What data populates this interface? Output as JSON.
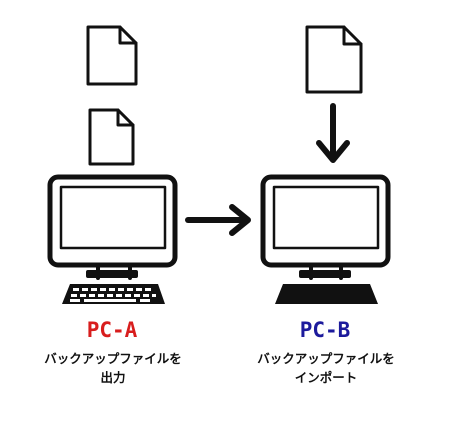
{
  "pc_a": {
    "label": "PC-A",
    "label_color": "#d81d1d",
    "caption_line1": "バックアップファイルを",
    "caption_line2": "出力"
  },
  "pc_b": {
    "label": "PC-B",
    "label_color": "#1c1a9c",
    "caption_line1": "バックアップファイルを",
    "caption_line2": "インポート"
  },
  "icons": {
    "pc_a": [
      "document-icon",
      "document-icon",
      "computer-with-keyboard-icon"
    ],
    "transfer": "arrow-right-icon",
    "pc_b": [
      "document-icon",
      "arrow-down-icon",
      "computer-with-keyboard-icon"
    ]
  },
  "colors": {
    "line": "#111111",
    "background": "#ffffff"
  }
}
